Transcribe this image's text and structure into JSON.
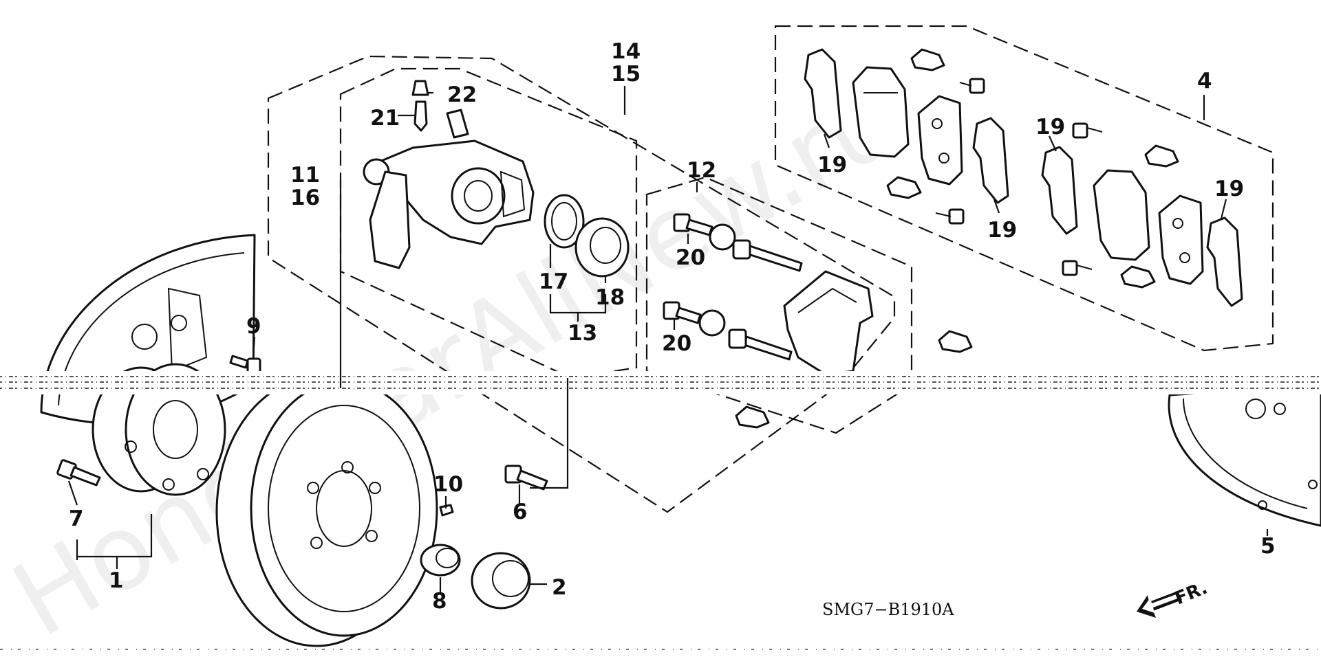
{
  "diagram": {
    "code": "SMG7−B1910A",
    "direction_label": "FR.",
    "watermark": "HondaCarAllNew.ru"
  },
  "labels": [
    {
      "id": "p1",
      "text": "1"
    },
    {
      "id": "p2",
      "text": "2"
    },
    {
      "id": "p4",
      "text": "4"
    },
    {
      "id": "p5",
      "text": "5"
    },
    {
      "id": "p6",
      "text": "6"
    },
    {
      "id": "p7",
      "text": "7"
    },
    {
      "id": "p8",
      "text": "8"
    },
    {
      "id": "p9",
      "text": "9"
    },
    {
      "id": "p10",
      "text": "10"
    },
    {
      "id": "p11",
      "text": "11"
    },
    {
      "id": "p12",
      "text": "12"
    },
    {
      "id": "p13",
      "text": "13"
    },
    {
      "id": "p14",
      "text": "14"
    },
    {
      "id": "p15",
      "text": "15"
    },
    {
      "id": "p16",
      "text": "16"
    },
    {
      "id": "p17",
      "text": "17"
    },
    {
      "id": "p18",
      "text": "18"
    },
    {
      "id": "p19a",
      "text": "19"
    },
    {
      "id": "p19b",
      "text": "19"
    },
    {
      "id": "p19c",
      "text": "19"
    },
    {
      "id": "p19d",
      "text": "19"
    },
    {
      "id": "p20a",
      "text": "20"
    },
    {
      "id": "p20b",
      "text": "20"
    },
    {
      "id": "p21",
      "text": "21"
    },
    {
      "id": "p22",
      "text": "22"
    }
  ]
}
